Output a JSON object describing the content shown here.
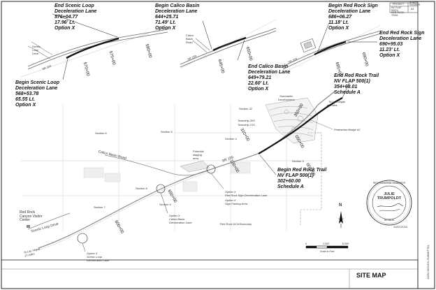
{
  "header_box": {
    "col1_head": "PROJECT",
    "col1_val": "NV FLAP 500(1)\nRED ROCK TRAIL",
    "col2_head": "SHEET\nNUMBER",
    "col2_val": "A1"
  },
  "insets": {
    "scenic": {
      "end_label": [
        "End Scenic Loop",
        "Deceleration Lane",
        "576+04.77",
        "17.96' Lt.",
        "Option X"
      ],
      "begin_label": [
        "Begin Scenic Loop",
        "Deceleration Lane",
        "568+53.78",
        "65.55 Lt.",
        "Option X"
      ],
      "road_label": "SR 159",
      "place_label": "Scenic\nLoop\nDrive",
      "stations": [
        "570+00",
        "575+00",
        "580+00"
      ]
    },
    "calico": {
      "begin_label": [
        "Begin Calico Basin",
        "Deceleration Lane",
        "644+25.71",
        "71.49' Lt.",
        "Option X"
      ],
      "end_label": [
        "End Calico Basin",
        "Deceleration Lane",
        "649+79.21",
        "22.60' Lt.",
        "Option X"
      ],
      "road_label": "SR 159",
      "place_label": "Calico\nBasin\nRoad",
      "stations": [
        "645+00",
        "650+00"
      ]
    },
    "redrock": {
      "begin_label": [
        "Begin Red Rock Sign",
        "Deceleration Lane",
        "686+06.27",
        "11.18' Lt.",
        "Option X"
      ],
      "end_label": [
        "End Red Rock Sign",
        "Deceleration Lane",
        "690+95.03",
        "11.23' Lt.",
        "Option X"
      ],
      "road_label": "SR 159",
      "stations": [
        "685+00",
        "690+00"
      ]
    }
  },
  "main_map": {
    "end_trail": [
      "End Red Rock Trail",
      "NV FLAP 500(1)",
      "354+68.01",
      "Schedule A"
    ],
    "begin_trail": [
      "Begin Red Rock Trail",
      "NV FLAP 500(1)",
      "302+60.00",
      "Schedule A"
    ],
    "to_las_vegas": "To Las Vegas\n2 miles",
    "to_las_vegas_sw": "To Las Vegas\n17 miles",
    "summerlin": "Summerlin\nDevelopment",
    "pedestrian_bridge": "Pedestrian Bridge #2",
    "section_32": "Section 32",
    "township_20s": "Township 20S",
    "township_21s": "Township 21S",
    "sections": [
      "Section 6",
      "Section 5",
      "Section 4",
      "Section 9",
      "Section 8",
      "Section 7",
      "Section 3"
    ],
    "calico_basin_road": "Calico Basin Road",
    "sr159": "SR 159",
    "potential_staging": "Potential\nstaging\narea",
    "scenic_loop_drive": "Scenic Loop Drive",
    "red_rock_visitor": "Red Rock\nCanyon Visitor\nCenter",
    "nca_boundary": "Red Rock NCA Boundary",
    "callout_redrock": "Option X\nRed Rock Sign Deceleration Lane",
    "callout_sign_parking": "Option X\nSign Parking Area",
    "callout_calico": "Option X\nCalico Basin\nDeceleration Lane",
    "callout_scenic": "Option X\nScenic Loop\nDeceleration Lane",
    "stations": [
      "350+00",
      "310+00",
      "100+00",
      "050+00",
      "000+00",
      "650+00",
      "600+00"
    ]
  },
  "scale_bar": {
    "ticks": [
      "0",
      "2,000'",
      "6,000'"
    ],
    "caption": "Scale in Feet",
    "north": "N"
  },
  "seal": {
    "name": "JULIE\nTRUMPOLDT",
    "ring": "PROFESSIONAL ENGINEER",
    "state": "NEVADA",
    "date": "10/07/2024"
  },
  "title_block": {
    "title": "SITE MAP",
    "side_note": "100% DESIGN SUBMITTAL"
  }
}
